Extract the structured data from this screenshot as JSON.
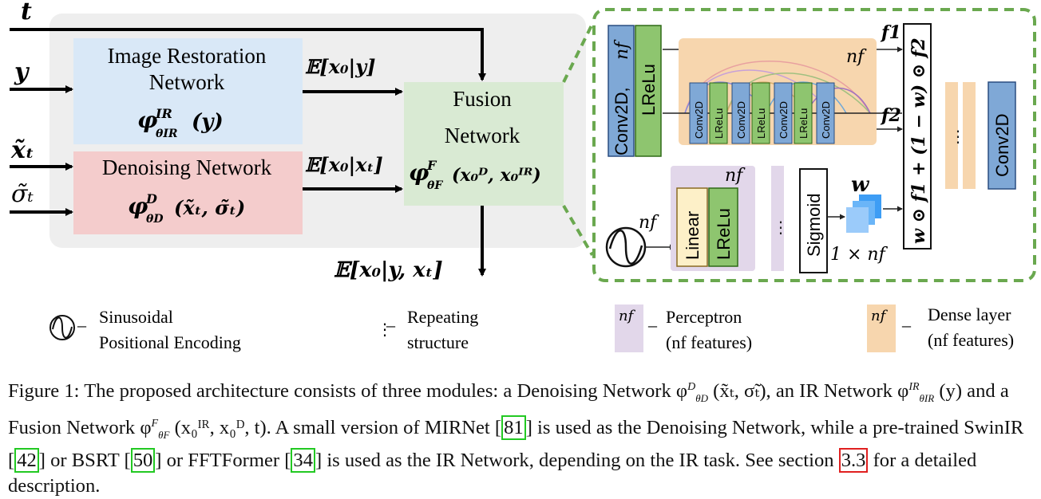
{
  "inputs": {
    "t": "t",
    "y": "y",
    "x_t": "x̃ₜ",
    "sigma_t": "σ̃ₜ"
  },
  "ir_network": {
    "line1": "Image Restoration",
    "line2": "Network",
    "func": "φ",
    "func_sup": "IR",
    "func_sub": "θIR",
    "arg": "(y)",
    "color": "#d9e8f7"
  },
  "denoising_network": {
    "line1": "Denoising Network",
    "func": "φ",
    "func_sup": "D",
    "func_sub": "θD",
    "arg": "(x̃ₜ, σ̃ₜ)",
    "color": "#f4cccc"
  },
  "fusion_network": {
    "line1": "Fusion",
    "line2": "Network",
    "func": "φ",
    "func_sup": "F",
    "func_sub": "θF",
    "arg": "(x₀ᴰ, x₀ᴵᴿ)",
    "color": "#d9ead3"
  },
  "edge_labels": {
    "ir_out": "𝔼[x₀|y]",
    "dn_out": "𝔼[x₀|xₜ]",
    "fusion_out": "𝔼[x₀|y, xₜ]"
  },
  "detail": {
    "conv2d_lrelu": [
      "Conv2D,",
      "nf"
    ],
    "lrelu": "LReLu",
    "nf": "nf",
    "dense_blocks": [
      "Conv2D",
      "LReLu",
      "Conv2D",
      "LReLu",
      "Conv2D",
      "LReLu",
      "Conv2D"
    ],
    "f1": "f1",
    "f2": "f2",
    "combine": "w ⊙ f1 + (1 − w) ⊙ f2",
    "w": "w",
    "w_shape": "1 × nf",
    "linear": "Linear",
    "sigmoid": "Sigmoid",
    "final_conv": "Conv2D",
    "colors": {
      "blue": "#7fa8d6",
      "green": "#8ec56f",
      "orange": "#f7d6ae",
      "purple": "#e2d7ea",
      "linear": "#fdf0c8",
      "dashed_border": "#6aa84f",
      "w_tile": "#3d9df5"
    }
  },
  "legend": {
    "sinusoidal_line1": "Sinusoidal",
    "sinusoidal_line2": "Positional Encoding",
    "repeating_line1": "Repeating",
    "repeating_line2": "structure",
    "perceptron_sym": "nf",
    "perceptron_line1": "Perceptron",
    "perceptron_line2": "(nf features)",
    "dense_sym": "nf",
    "dense_line1": "Dense layer",
    "dense_line2": "(nf features)"
  },
  "caption": {
    "part1": "Figure 1: The proposed architecture consists of three modules: a Denoising Network φ",
    "part1b": "(x̃ₜ, σ̃ₜ), an IR Network φ",
    "part2": "(y) and a Fusion Network φ",
    "part2b": "(x₀ᴵᴿ, x₀ᴰ, t). A small version of MIRNet [",
    "ref81": "81",
    "part3": "] is used as the Denoising Network, while a pre-trained SwinIR [",
    "ref42": "42",
    "part4": "] or BSRT [",
    "ref50": "50",
    "part5": "] or FFTFormer [",
    "ref34": "34",
    "part6": "] is used as the IR Network, depending on the IR task. See section ",
    "ref33": "3.3",
    "part7": " for a detailed description.",
    "sup_D": "D",
    "sub_D": "θD",
    "sup_IR": "IR",
    "sub_IR": "θIR",
    "sup_F": "F",
    "sub_F": "θF"
  }
}
